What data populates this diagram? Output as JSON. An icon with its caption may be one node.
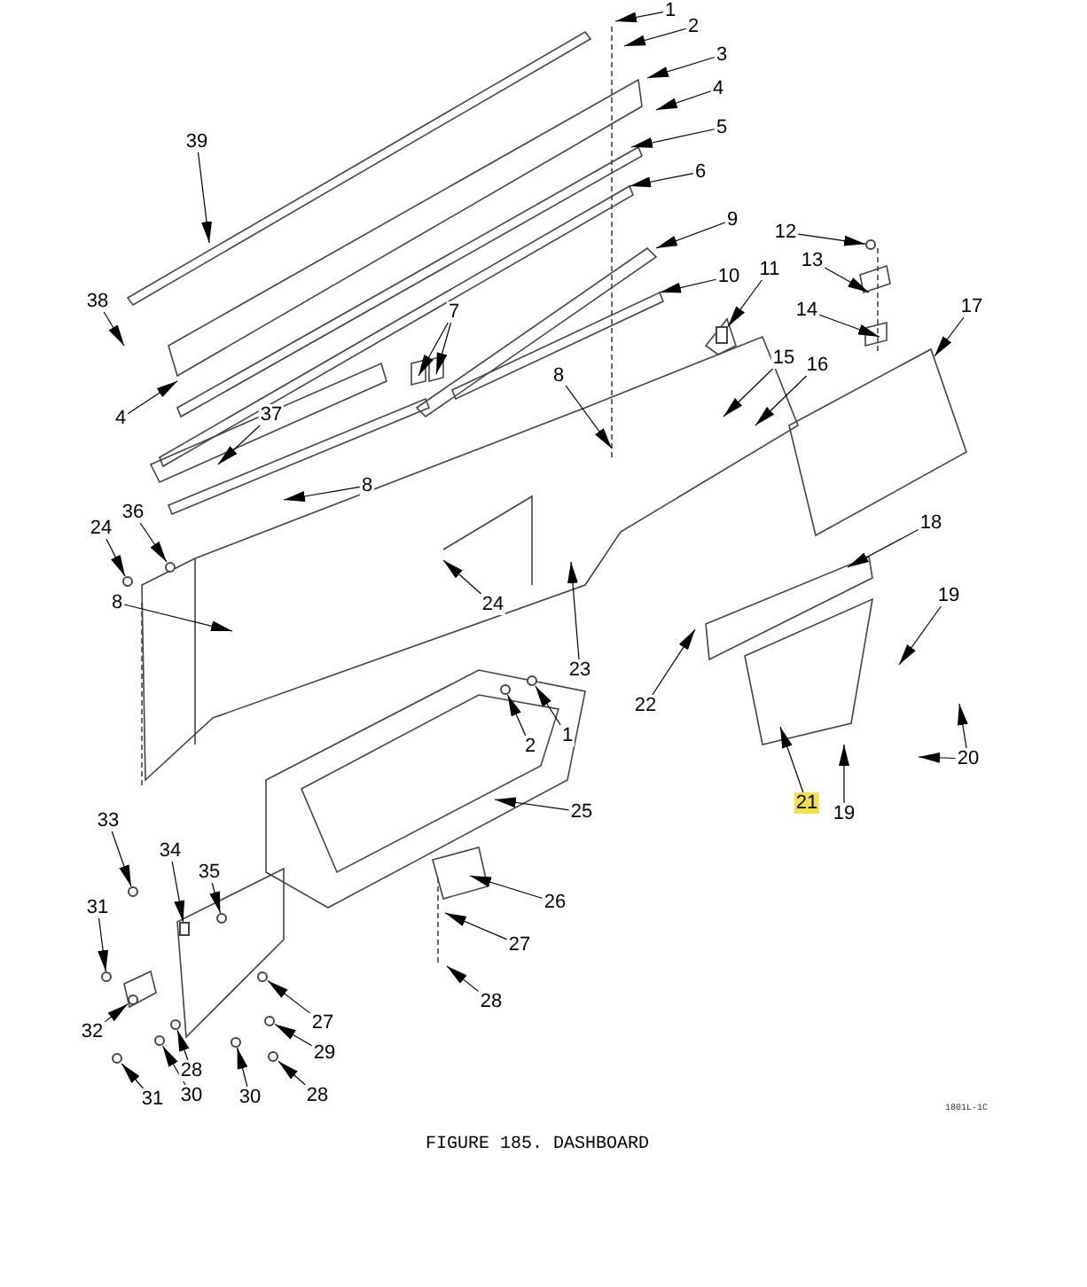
{
  "diagram": {
    "caption": "FIGURE 185. DASHBOARD",
    "nodes": [
      {
        "text": [
          "1"
        ]
      },
      {
        "text": [
          "2"
        ]
      },
      {
        "text": [
          "3"
        ]
      },
      {
        "text": [
          "4"
        ]
      },
      {
        "text": [
          "5"
        ]
      },
      {
        "text": [
          "39"
        ]
      },
      {
        "text": [
          "6"
        ]
      },
      {
        "text": [
          "9"
        ]
      },
      {
        "text": [
          "12"
        ]
      },
      {
        "text": [
          "13"
        ]
      },
      {
        "text": [
          "10"
        ]
      },
      {
        "text": [
          "11"
        ]
      },
      {
        "text": [
          "38"
        ]
      },
      {
        "text": [
          "7"
        ]
      },
      {
        "text": [
          "14"
        ]
      },
      {
        "text": [
          "17"
        ]
      },
      {
        "text": [
          "4"
        ]
      },
      {
        "text": [
          "8"
        ]
      },
      {
        "text": [
          "15"
        ]
      },
      {
        "text": [
          "16"
        ]
      },
      {
        "text": [
          "37"
        ]
      },
      {
        "text": [
          "8"
        ]
      },
      {
        "text": [
          "36"
        ]
      },
      {
        "text": [
          "24"
        ]
      },
      {
        "text": [
          "18"
        ]
      },
      {
        "text": [
          "8"
        ]
      },
      {
        "text": [
          "24"
        ]
      },
      {
        "text": [
          "23"
        ]
      },
      {
        "text": [
          "19"
        ]
      },
      {
        "text": [
          "22"
        ]
      },
      {
        "text": [
          "2"
        ]
      },
      {
        "text": [
          "1"
        ]
      },
      {
        "text": [
          "20"
        ]
      },
      {
        "text": [
          "21"
        ]
      },
      {
        "text": [
          "19"
        ]
      },
      {
        "text": [
          "25"
        ]
      },
      {
        "text": [
          "33"
        ]
      },
      {
        "text": [
          "34"
        ]
      },
      {
        "text": [
          "35"
        ]
      },
      {
        "text": [
          "31"
        ]
      },
      {
        "text": [
          "26"
        ]
      },
      {
        "text": [
          "27"
        ]
      },
      {
        "text": [
          "32"
        ]
      },
      {
        "text": [
          "27"
        ]
      },
      {
        "text": [
          "28"
        ]
      },
      {
        "text": [
          "29"
        ]
      },
      {
        "text": [
          "28"
        ]
      },
      {
        "text": [
          "31"
        ]
      },
      {
        "text": [
          "30"
        ]
      },
      {
        "text": [
          "30"
        ]
      },
      {
        "text": [
          "28"
        ]
      },
      {
        "text": [],
        "shape": "circle"
      },
      {
        "text": [],
        "shape": "box"
      },
      {
        "text": [],
        "shape": "circle"
      },
      {
        "text": [],
        "shape": "circle"
      },
      {
        "text": [],
        "shape": "circle"
      },
      {
        "text": [],
        "shape": "box"
      },
      {
        "text": [],
        "shape": "circle"
      },
      {
        "text": [],
        "shape": "circle"
      },
      {
        "text": [],
        "shape": "circle"
      },
      {
        "text": [],
        "shape": "circle"
      },
      {
        "text": [],
        "shape": "circle"
      },
      {
        "text": [],
        "shape": "circle"
      },
      {
        "text": [],
        "shape": "circle"
      },
      {
        "text": [],
        "shape": "circle"
      },
      {
        "text": [],
        "shape": "circle"
      },
      {
        "text": [],
        "shape": "circle"
      },
      {
        "text": [],
        "shape": "circle"
      },
      {
        "text": [],
        "shape": "circle"
      }
    ],
    "edges": [
      {
        "from": 0,
        "to": null,
        "arrow": "to"
      },
      {
        "from": 1,
        "to": null,
        "arrow": "to"
      },
      {
        "from": 2,
        "to": null,
        "arrow": "to"
      },
      {
        "from": 3,
        "to": null,
        "arrow": "to"
      },
      {
        "from": 4,
        "to": null,
        "arrow": "to"
      },
      {
        "from": 5,
        "to": null,
        "arrow": "to"
      },
      {
        "from": 6,
        "to": null,
        "arrow": "to"
      },
      {
        "from": 7,
        "to": null,
        "arrow": "to"
      },
      {
        "from": 8,
        "to": 51,
        "arrow": "to"
      },
      {
        "from": 9,
        "to": null,
        "arrow": "to"
      },
      {
        "from": 10,
        "to": null,
        "arrow": "to"
      },
      {
        "from": 11,
        "to": 52,
        "arrow": "to"
      },
      {
        "from": 12,
        "to": null,
        "arrow": "to"
      },
      {
        "from": 13,
        "to": null,
        "arrow": "to"
      },
      {
        "from": 13,
        "to": null,
        "arrow": "to"
      },
      {
        "from": 14,
        "to": null,
        "arrow": "to"
      },
      {
        "from": 15,
        "to": null,
        "arrow": "to"
      },
      {
        "from": 16,
        "to": null,
        "arrow": "to"
      },
      {
        "from": 17,
        "to": null,
        "arrow": "to"
      },
      {
        "from": 18,
        "to": null,
        "arrow": "to"
      },
      {
        "from": 19,
        "to": null,
        "arrow": "to"
      },
      {
        "from": 20,
        "to": null,
        "arrow": "to"
      },
      {
        "from": 21,
        "to": null,
        "arrow": "to"
      },
      {
        "from": 22,
        "to": 62,
        "arrow": "to"
      },
      {
        "from": 23,
        "to": 53,
        "arrow": "to"
      },
      {
        "from": 24,
        "to": null,
        "arrow": "to"
      },
      {
        "from": 25,
        "to": null,
        "arrow": "to"
      },
      {
        "from": 26,
        "to": null,
        "arrow": "to"
      },
      {
        "from": 27,
        "to": null,
        "arrow": "to"
      },
      {
        "from": 28,
        "to": null,
        "arrow": "to"
      },
      {
        "from": 29,
        "to": null,
        "arrow": "to"
      },
      {
        "from": 30,
        "to": 63,
        "arrow": "to"
      },
      {
        "from": 31,
        "to": 54,
        "arrow": "to"
      },
      {
        "from": 32,
        "to": null,
        "arrow": "to"
      },
      {
        "from": 32,
        "to": null,
        "arrow": "to"
      },
      {
        "from": 33,
        "to": null,
        "arrow": "to"
      },
      {
        "from": 34,
        "to": null,
        "arrow": "to"
      },
      {
        "from": 35,
        "to": null,
        "arrow": "to"
      },
      {
        "from": 36,
        "to": 55,
        "arrow": "to"
      },
      {
        "from": 37,
        "to": 56,
        "arrow": "to"
      },
      {
        "from": 38,
        "to": 64,
        "arrow": "to"
      },
      {
        "from": 39,
        "to": 68,
        "arrow": "to"
      },
      {
        "from": 40,
        "to": null,
        "arrow": "to"
      },
      {
        "from": 41,
        "to": null,
        "arrow": "to"
      },
      {
        "from": 42,
        "to": 67,
        "arrow": "to"
      },
      {
        "from": 43,
        "to": 65,
        "arrow": "to"
      },
      {
        "from": 44,
        "to": 66,
        "arrow": "to"
      },
      {
        "from": 45,
        "to": 57,
        "arrow": "to"
      },
      {
        "from": 46,
        "to": null,
        "arrow": "to"
      },
      {
        "from": 47,
        "to": 58,
        "arrow": "to"
      },
      {
        "from": 48,
        "to": 59,
        "arrow": "to"
      },
      {
        "from": 49,
        "to": 60,
        "arrow": "to"
      },
      {
        "from": 50,
        "to": 61,
        "arrow": "to"
      }
    ],
    "labels": [
      "1801L-1C"
    ]
  }
}
